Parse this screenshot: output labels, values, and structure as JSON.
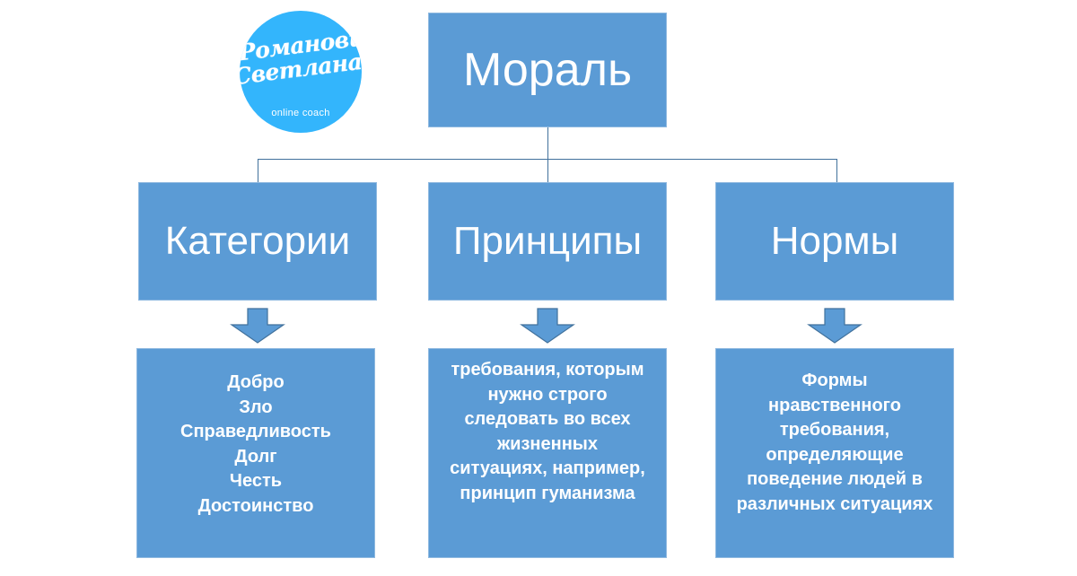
{
  "logo": {
    "name_line1": "Романович",
    "name_line2": "Светлана",
    "tagline": "online coach",
    "circle_color": "#33b5fc"
  },
  "colors": {
    "box_fill": "#5b9bd5",
    "box_border": "#8fb9e0",
    "connector": "#41719c",
    "text": "#ffffff",
    "background": "#ffffff"
  },
  "diagram": {
    "root": {
      "label": "Мораль"
    },
    "branches": [
      {
        "heading": "Категории",
        "detail_lines": [
          "Добро",
          "Зло",
          "Справедливость",
          "Долг",
          "Честь",
          "Достоинство"
        ]
      },
      {
        "heading": "Принципы",
        "detail_lines": [
          "требования, которым",
          "нужно строго",
          "следовать во всех",
          "жизненных",
          "ситуациях, например,",
          "принцип гуманизма"
        ]
      },
      {
        "heading": "Нормы",
        "detail_lines": [
          "Формы",
          "нравственного",
          "требования,",
          "определяющие",
          "поведение людей в",
          "различных ситуациях"
        ]
      }
    ]
  }
}
